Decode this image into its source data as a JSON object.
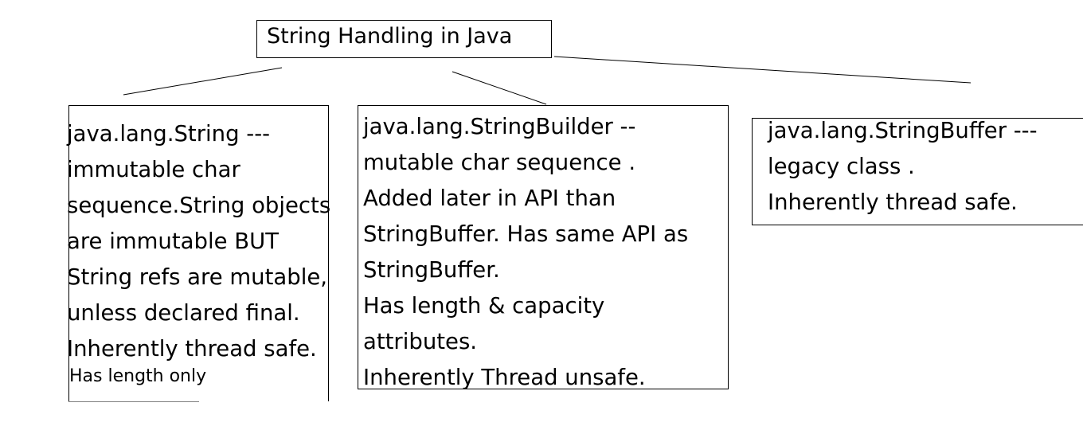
{
  "title": "String Handling in Java",
  "nodes": {
    "string": {
      "lines": [
        "java.lang.String  ---",
        "immutable char",
        "sequence.String objects",
        "are immutable BUT",
        "String refs are mutable,",
        "unless declared final.",
        "Inherently thread safe."
      ],
      "note": "Has length only"
    },
    "builder": {
      "lines": [
        "java.lang.StringBuilder --",
        "mutable char sequence .",
        "Added later in API than",
        "StringBuffer. Has same API as",
        "StringBuffer.",
        "Has length & capacity",
        "attributes.",
        "Inherently Thread unsafe."
      ]
    },
    "buffer": {
      "lines": [
        "java.lang.StringBuffer ---",
        "legacy class .",
        "Inherently thread safe."
      ]
    }
  },
  "colors": {
    "stroke": "#000000",
    "background": "#ffffff",
    "text": "#000000"
  }
}
